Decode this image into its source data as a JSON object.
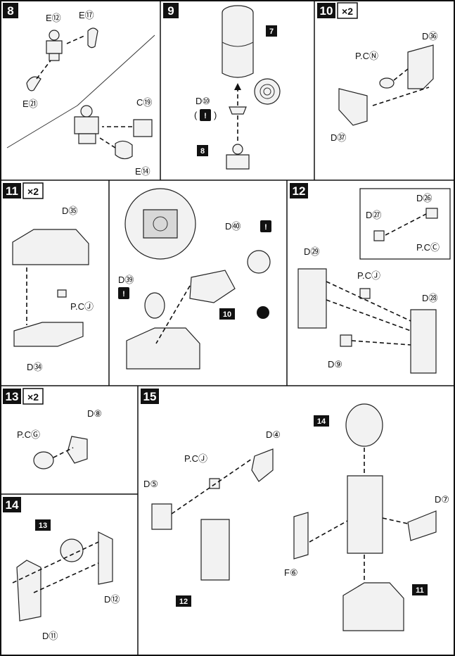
{
  "steps": {
    "s8": {
      "num": "8",
      "labels": {
        "e12": "E⑫",
        "e17": "E⑰",
        "e21": "E㉑",
        "c19": "C⑲",
        "e14": "E⑭"
      }
    },
    "s9": {
      "num": "9",
      "ref7": "7",
      "ref8": "8",
      "labels": {
        "d10": "D⑩",
        "warn_open": "(",
        "warn_close": ")",
        "warn_mark": "!"
      }
    },
    "s10": {
      "num": "10",
      "multiplier": "×2",
      "labels": {
        "d36": "D㊱",
        "pcn": "P.CⓃ",
        "d37": "D㊲"
      }
    },
    "s11": {
      "num": "11",
      "multiplier": "×2",
      "ref10": "10",
      "labels": {
        "d35": "D㉟",
        "pcj": "P.CⒿ",
        "d34": "D㉞",
        "d40": "D㊵",
        "d39": "D㊴",
        "warn_mark": "!"
      }
    },
    "s12": {
      "num": "12",
      "labels": {
        "d26": "D㉖",
        "d27": "D㉗",
        "pcc": "P.CⒸ",
        "d29": "D㉙",
        "pcj": "P.CⒿ",
        "d28": "D㉘",
        "d9": "D⑨"
      }
    },
    "s13": {
      "num": "13",
      "multiplier": "×2",
      "labels": {
        "d8": "D⑧",
        "pcg": "P.CⒼ"
      }
    },
    "s14": {
      "num": "14",
      "ref13": "13",
      "labels": {
        "d12": "D⑫",
        "d11": "D⑪"
      }
    },
    "s15": {
      "num": "15",
      "ref14": "14",
      "ref12": "12",
      "ref11": "11",
      "labels": {
        "d4": "D④",
        "pcj": "P.CⒿ",
        "d5": "D⑤",
        "d7": "D⑦",
        "f6": "F⑥"
      }
    }
  },
  "colors": {
    "ink": "#111111",
    "paper": "#ffffff",
    "part_fill": "#f2f2f2",
    "badge": "#111111"
  }
}
